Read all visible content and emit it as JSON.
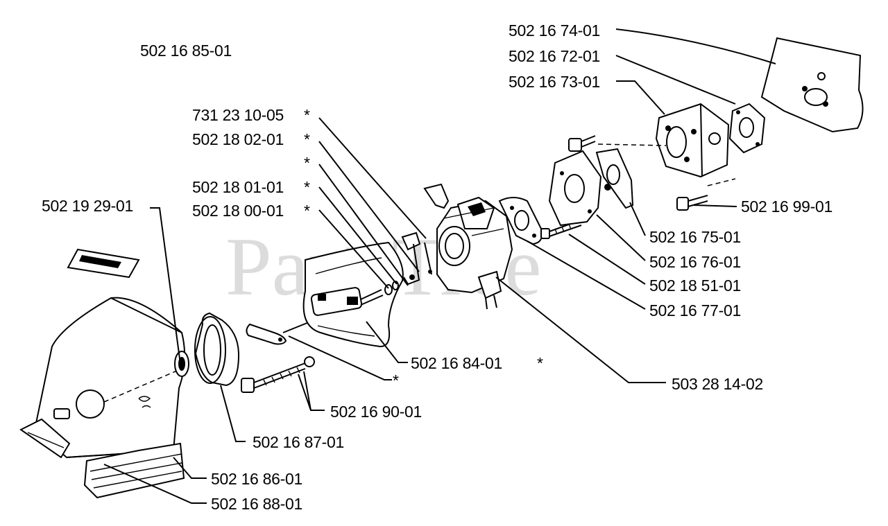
{
  "watermark": "PartsTree",
  "labels": {
    "assembly_number": "502 16 85-01",
    "p502167401": "502 16 74-01",
    "p502167201": "502 16 72-01",
    "p502167301": "502 16 73-01",
    "p731231005": "731 23 10-05",
    "p502180201": "502 18 02-01",
    "p502180101": "502 18 01-01",
    "p502180001": "502 18 00-01",
    "p502192901": "502 19 29-01",
    "p502169901": "502 16 99-01",
    "p502167501": "502 16 75-01",
    "p502167601": "502 16 76-01",
    "p502185101": "502 18 51-01",
    "p502167701": "502 16 77-01",
    "p502168401": "502 16 84-01",
    "p503281402": "503 28 14-02",
    "p502169001": "502 16 90-01",
    "p502168701": "502 16 87-01",
    "p502168601": "502 16 86-01",
    "p502168801": "502 16 88-01",
    "asterisk": "*"
  }
}
